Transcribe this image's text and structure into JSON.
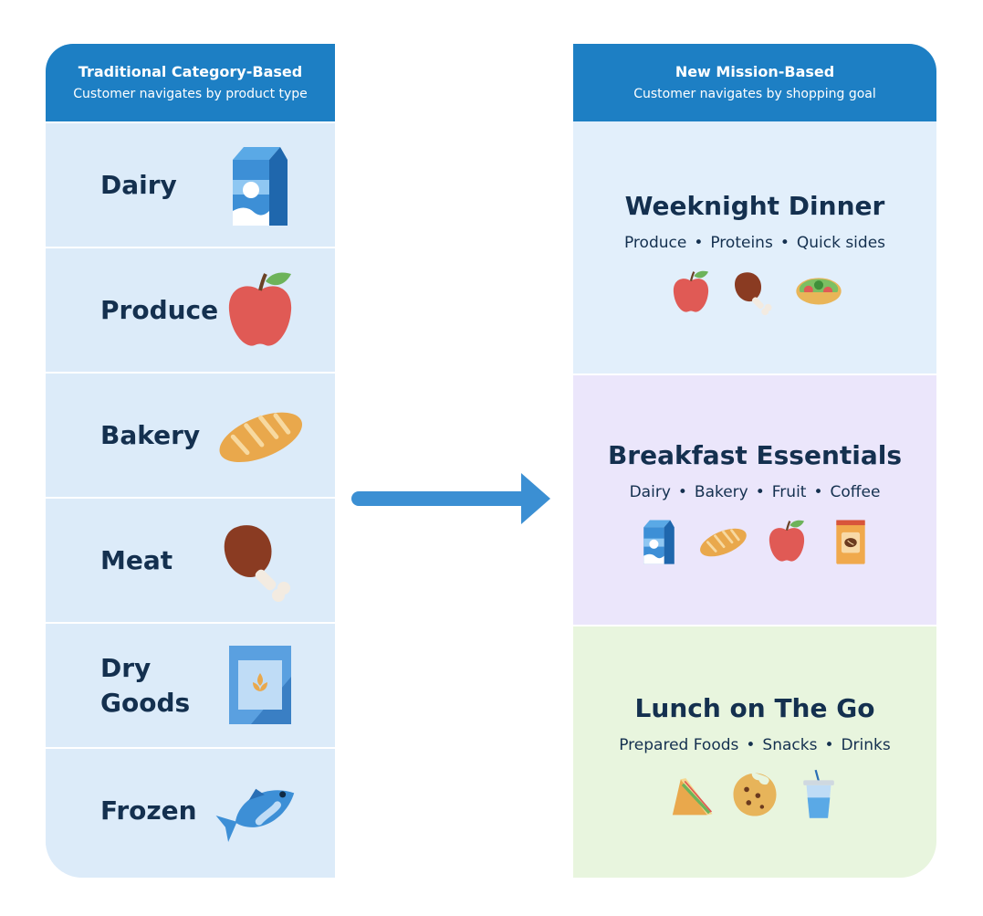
{
  "left": {
    "title": "Traditional Category-Based",
    "subtitle": "Customer navigates by product type",
    "categories": [
      {
        "label": "Dairy",
        "icon": "milk-carton-icon"
      },
      {
        "label": "Produce",
        "icon": "apple-icon"
      },
      {
        "label": "Bakery",
        "icon": "bread-icon"
      },
      {
        "label": "Meat",
        "icon": "drumstick-icon"
      },
      {
        "label": "Dry\nGoods",
        "icon": "grain-bag-icon"
      },
      {
        "label": "Frozen",
        "icon": "fish-icon"
      }
    ]
  },
  "right": {
    "title": "New Mission-Based",
    "subtitle": "Customer navigates by shopping goal",
    "missions": [
      {
        "title": "Weeknight Dinner",
        "items": [
          "Produce",
          "Proteins",
          "Quick sides"
        ],
        "icons": [
          "apple-icon",
          "drumstick-icon",
          "salad-bowl-icon"
        ]
      },
      {
        "title": "Breakfast Essentials",
        "items": [
          "Dairy",
          "Bakery",
          "Fruit",
          "Coffee"
        ],
        "icons": [
          "milk-carton-icon",
          "bread-icon",
          "apple-icon",
          "coffee-bag-icon"
        ]
      },
      {
        "title": "Lunch on The Go",
        "items": [
          "Prepared Foods",
          "Snacks",
          "Drinks"
        ],
        "icons": [
          "sandwich-icon",
          "cookie-icon",
          "drink-cup-icon"
        ]
      }
    ]
  },
  "colors": {
    "header": "#1d7fc4",
    "category_bg": "#dcebf9",
    "mission_1_bg": "#e2effb",
    "mission_2_bg": "#ebe6fb",
    "mission_3_bg": "#e8f5de",
    "arrow": "#3b8fd3",
    "text_dark": "#14304f"
  }
}
